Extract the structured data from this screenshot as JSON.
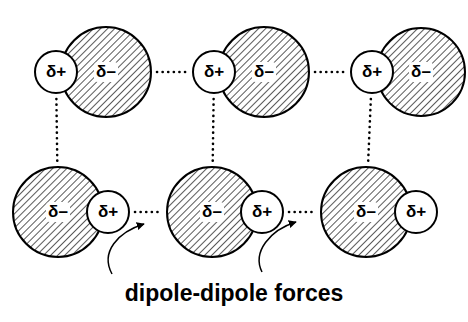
{
  "diagram": {
    "nodes": [
      {
        "text": [
          "δ+"
        ]
      },
      {
        "text": [
          "δ–"
        ]
      },
      {
        "text": [
          "δ+"
        ]
      },
      {
        "text": [
          "δ–"
        ]
      },
      {
        "text": [
          "δ+"
        ]
      },
      {
        "text": [
          "δ–"
        ]
      },
      {
        "text": [
          "δ–"
        ]
      },
      {
        "text": [
          "δ+"
        ]
      },
      {
        "text": [
          "δ–"
        ]
      },
      {
        "text": [
          "δ+"
        ]
      },
      {
        "text": [
          "δ–"
        ]
      },
      {
        "text": [
          "δ+"
        ]
      }
    ],
    "edges": [
      {
        "from": 1,
        "to": 2,
        "arrow": "none"
      },
      {
        "from": 3,
        "to": 4,
        "arrow": "none"
      },
      {
        "from": 0,
        "to": 6,
        "arrow": "none"
      },
      {
        "from": 2,
        "to": 8,
        "arrow": "none"
      },
      {
        "from": 4,
        "to": 10,
        "arrow": "none"
      },
      {
        "from": 7,
        "to": 8,
        "arrow": "none"
      },
      {
        "from": 9,
        "to": 10,
        "arrow": "none"
      }
    ],
    "labels": [
      "dipole-dipole forces"
    ]
  }
}
